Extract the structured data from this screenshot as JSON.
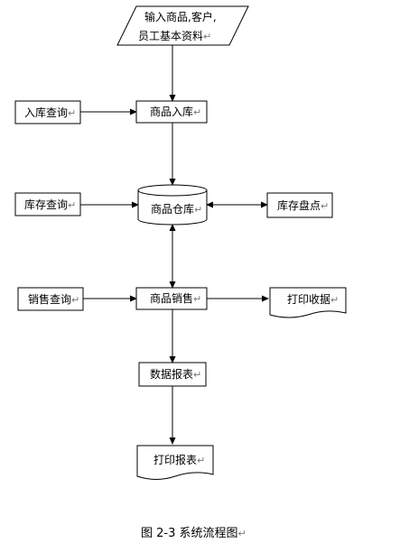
{
  "nodes": {
    "input_data": {
      "line1": "输入商品,客户,",
      "line2": "员工基本资料"
    },
    "stock_in_query": {
      "label": "入库查询"
    },
    "stock_in": {
      "label": "商品入库"
    },
    "inventory_query": {
      "label": "库存查询"
    },
    "warehouse": {
      "label": "商品仓库"
    },
    "stock_take": {
      "label": "库存盘点"
    },
    "sales_query": {
      "label": "销售查询"
    },
    "sales": {
      "label": "商品销售"
    },
    "print_receipt": {
      "label": "打印收据"
    },
    "data_report": {
      "label": "数据报表"
    },
    "print_report": {
      "label": "打印报表"
    }
  },
  "paragraph_mark": "↵",
  "caption": "图 2-3 系统流程图"
}
